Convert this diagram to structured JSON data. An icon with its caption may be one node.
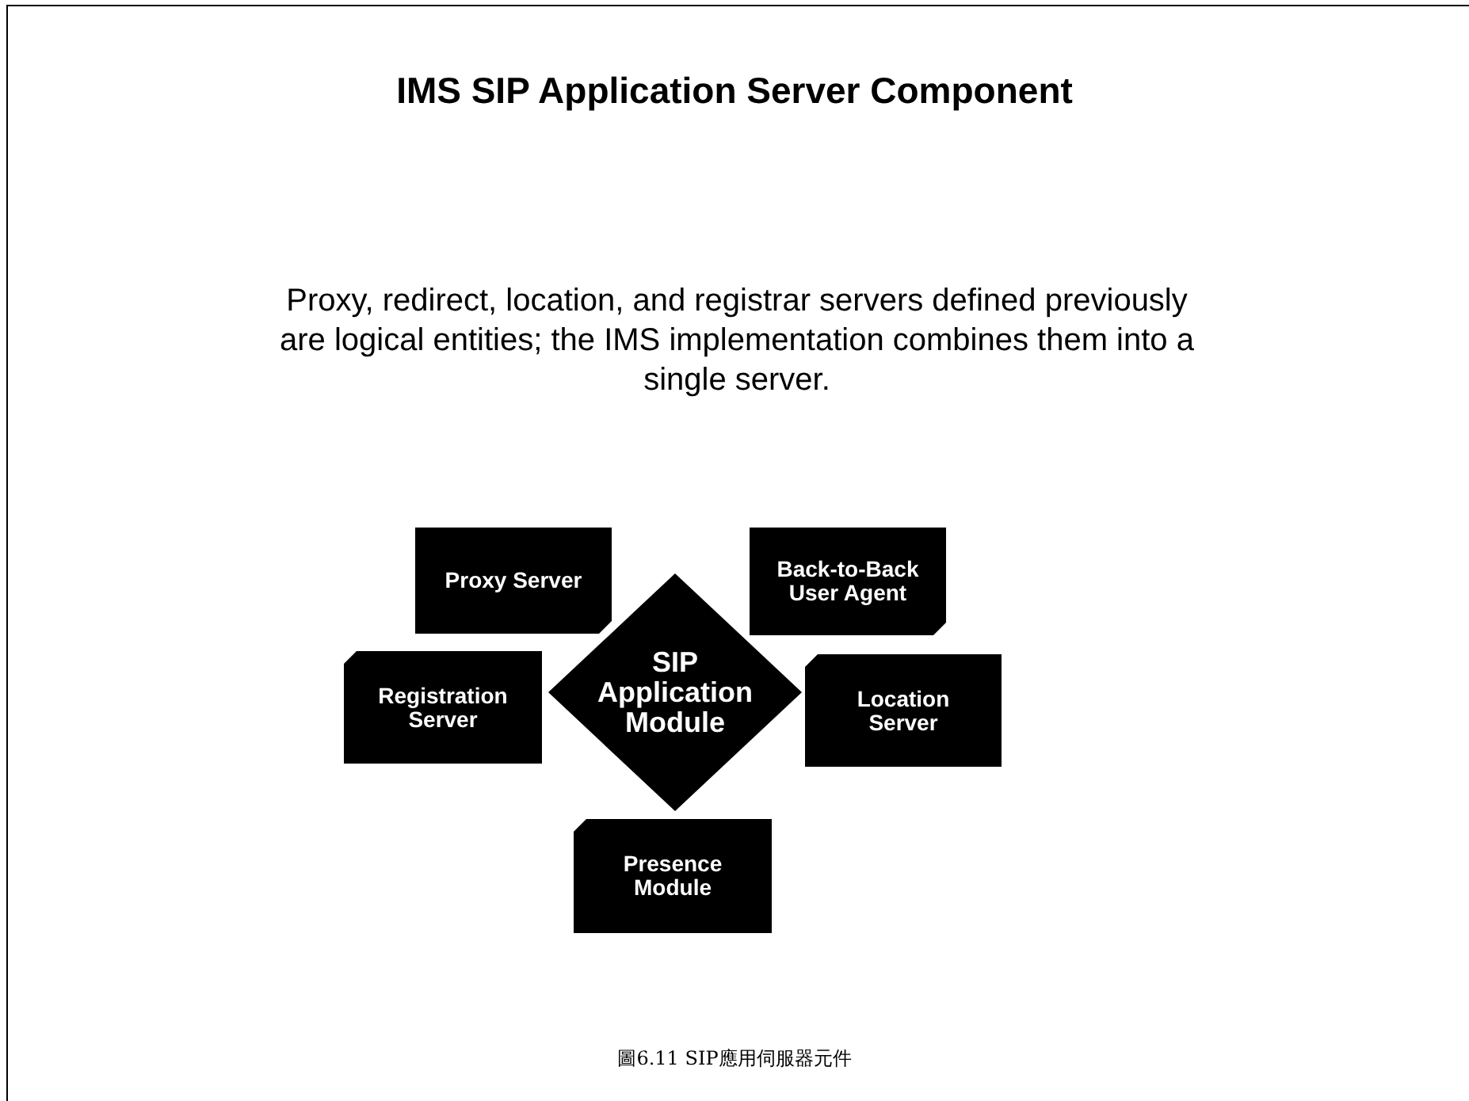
{
  "diagram": {
    "title": "IMS SIP Application Server Component",
    "nodes": [
      {
        "text": [
          "Proxy Server"
        ]
      },
      {
        "text": [
          "Back-to-Back User Agent"
        ]
      },
      {
        "text": [
          "SIP Application Module"
        ]
      },
      {
        "text": [
          "Registration Server"
        ]
      },
      {
        "text": [
          "Location Server"
        ]
      },
      {
        "text": [
          "Presence Module"
        ]
      }
    ],
    "labels": [
      "Proxy, redirect, location, and registrar servers defined previously are logical entities; the IMS implementation combines them into a single server."
    ],
    "caption": "圖6.11 SIP應用伺服器元件"
  }
}
